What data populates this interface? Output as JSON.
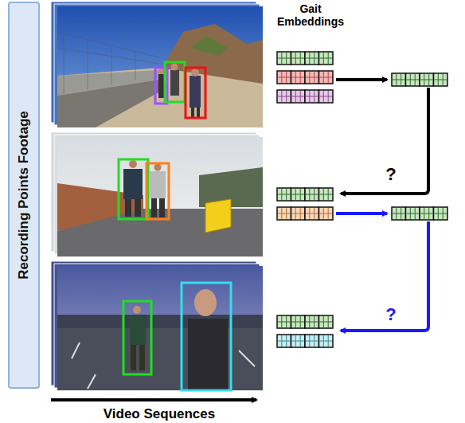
{
  "diagram": {
    "nodes": [
      {
        "text": [
          "Recording Points Footage"
        ]
      }
    ],
    "labels": [
      "Gait Embeddings",
      "?",
      "?",
      "Video Sequences"
    ]
  }
}
